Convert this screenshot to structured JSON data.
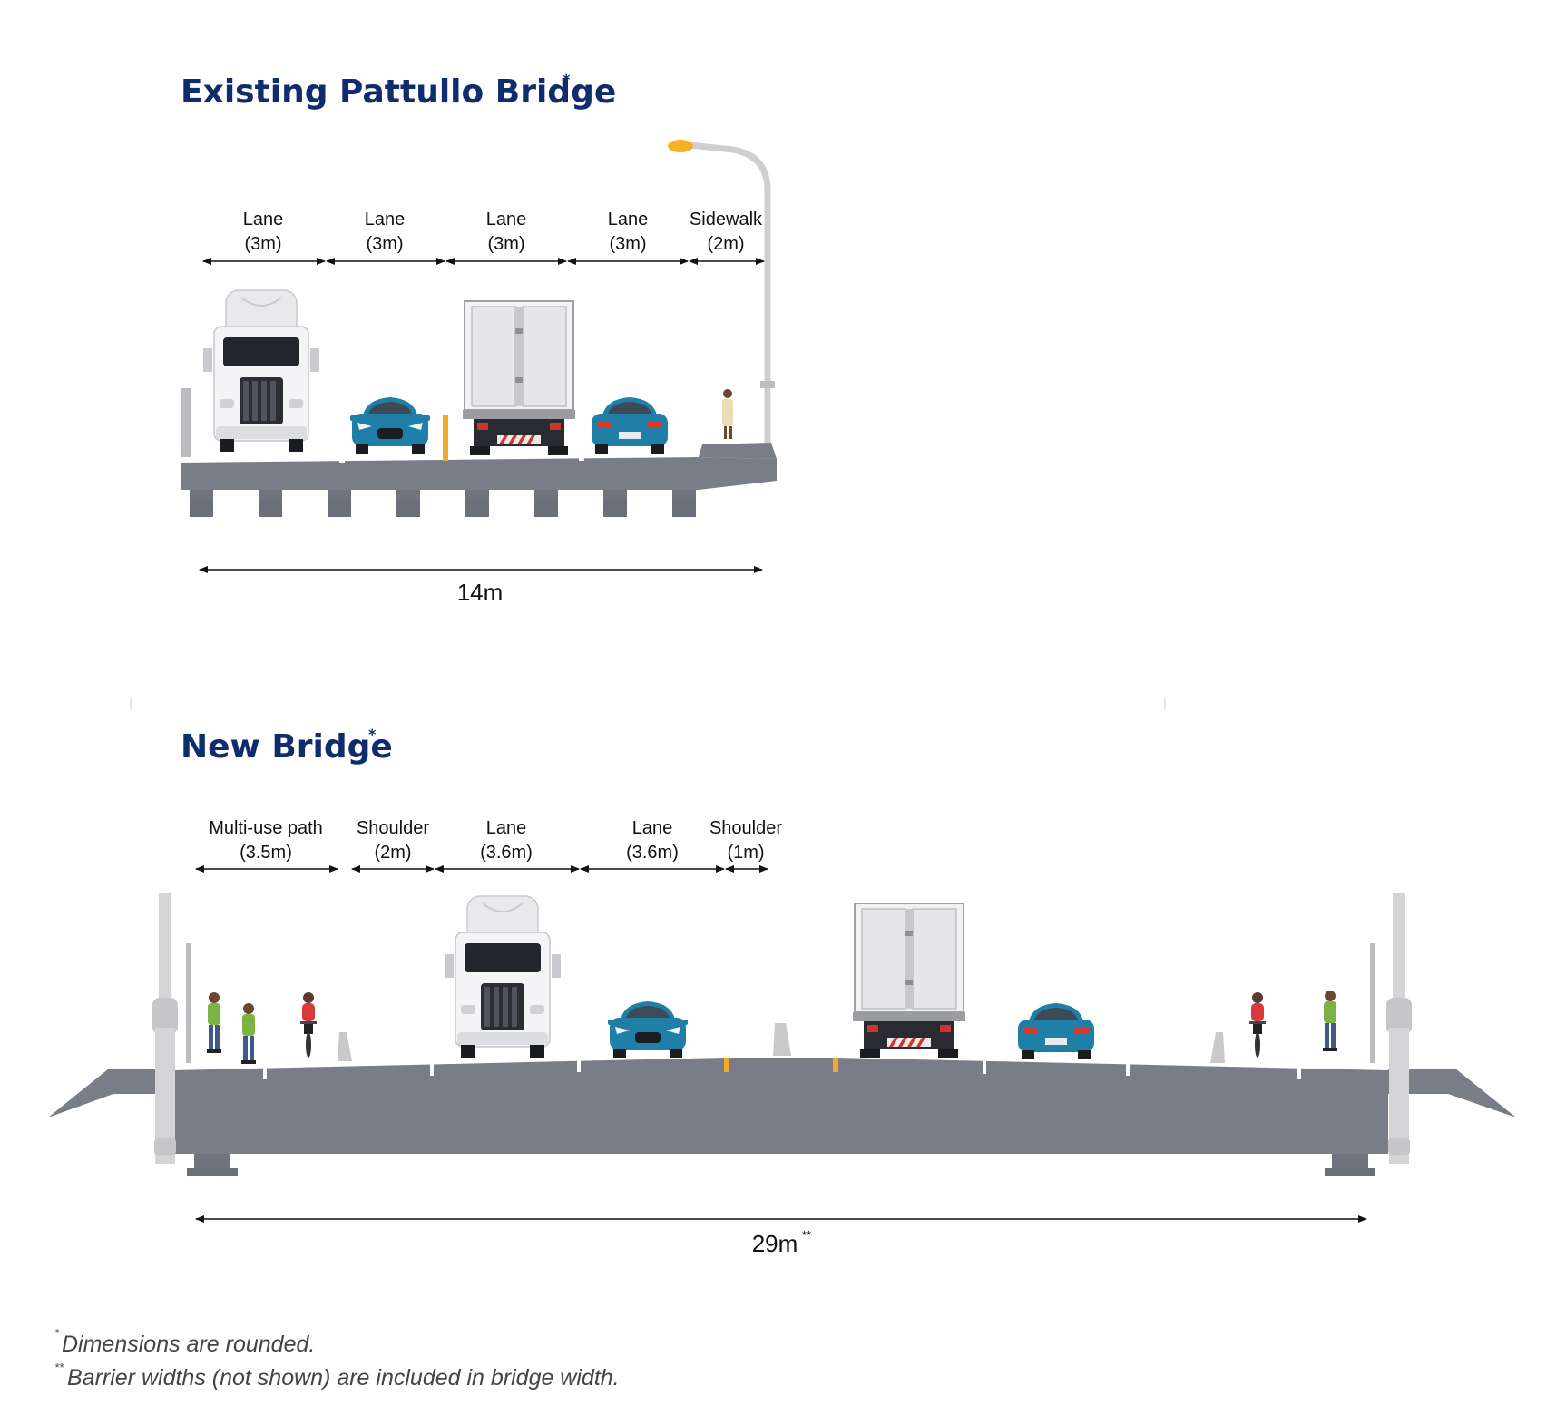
{
  "colors": {
    "title": "#0f2c6c",
    "deck": "#797d88",
    "car": "#1f7fa6",
    "lamp": "#f5b324",
    "bollard": "#f0a92a"
  },
  "existing": {
    "title": "Existing Pattullo Bridge",
    "title_marker": "*",
    "segments": [
      {
        "label": "Lane",
        "width": "(3m)"
      },
      {
        "label": "Lane",
        "width": "(3m)"
      },
      {
        "label": "Lane",
        "width": "(3m)"
      },
      {
        "label": "Lane",
        "width": "(3m)"
      },
      {
        "label": "Sidewalk",
        "width": "(2m)"
      }
    ],
    "total": "14m",
    "total_marker": ""
  },
  "new": {
    "title": "New Bridge",
    "title_marker": "*",
    "segments": [
      {
        "label": "Multi-use path",
        "width": "(3.5m)"
      },
      {
        "label": "Shoulder",
        "width": "(2m)"
      },
      {
        "label": "Lane",
        "width": "(3.6m)"
      },
      {
        "label": "Lane",
        "width": "(3.6m)"
      },
      {
        "label": "Shoulder",
        "width": "(1m)"
      }
    ],
    "total": "29m",
    "total_marker": "**"
  },
  "notes": [
    {
      "marker": "*",
      "text": "Dimensions are rounded."
    },
    {
      "marker": "**",
      "text": "Barrier widths (not shown) are included in bridge width."
    }
  ]
}
